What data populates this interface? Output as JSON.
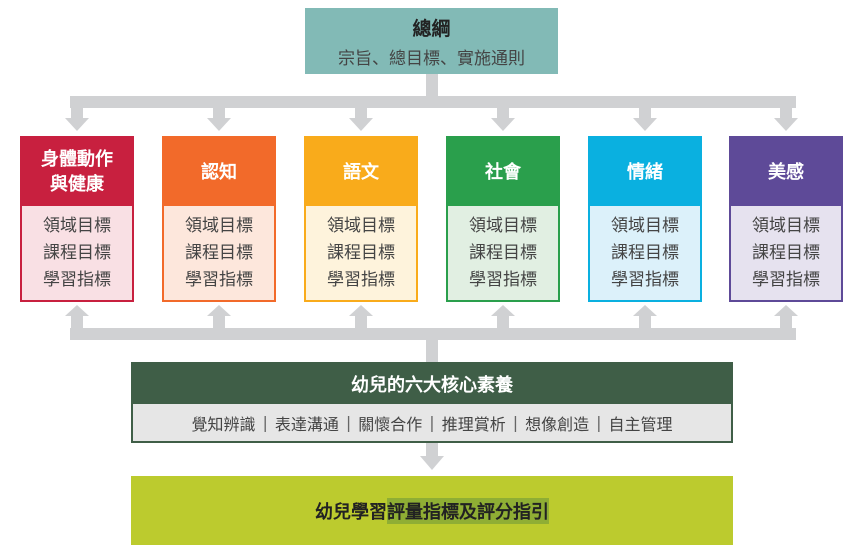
{
  "top": {
    "title": "總綱",
    "subtitle": "宗旨、總目標、實施通則"
  },
  "domains": [
    {
      "name": "身體動作與健康",
      "lines": [
        "身體動作",
        "與健康"
      ],
      "color": "#c8203f",
      "light": "#f9e0e4"
    },
    {
      "name": "認知",
      "lines": [
        "認知"
      ],
      "color": "#f26a2a",
      "light": "#fde7dc"
    },
    {
      "name": "語文",
      "lines": [
        "語文"
      ],
      "color": "#f9ab1b",
      "light": "#fef3dc"
    },
    {
      "name": "社會",
      "lines": [
        "社會"
      ],
      "color": "#2a9f4c",
      "light": "#e1efe2"
    },
    {
      "name": "情緒",
      "lines": [
        "情緒"
      ],
      "color": "#0ab0e0",
      "light": "#dcf1fa"
    },
    {
      "name": "美感",
      "lines": [
        "美感"
      ],
      "color": "#5e4a98",
      "light": "#e6e2ef"
    }
  ],
  "domain_items": [
    "領域目標",
    "課程目標",
    "學習指標"
  ],
  "core": {
    "title": "幼兒的六大核心素養",
    "items": [
      "覺知辨識",
      "表達溝通",
      "關懷合作",
      "推理賞析",
      "想像創造",
      "自主管理"
    ]
  },
  "final": {
    "prefix": "幼兒學習",
    "highlight": "評量指標及評分指引"
  }
}
